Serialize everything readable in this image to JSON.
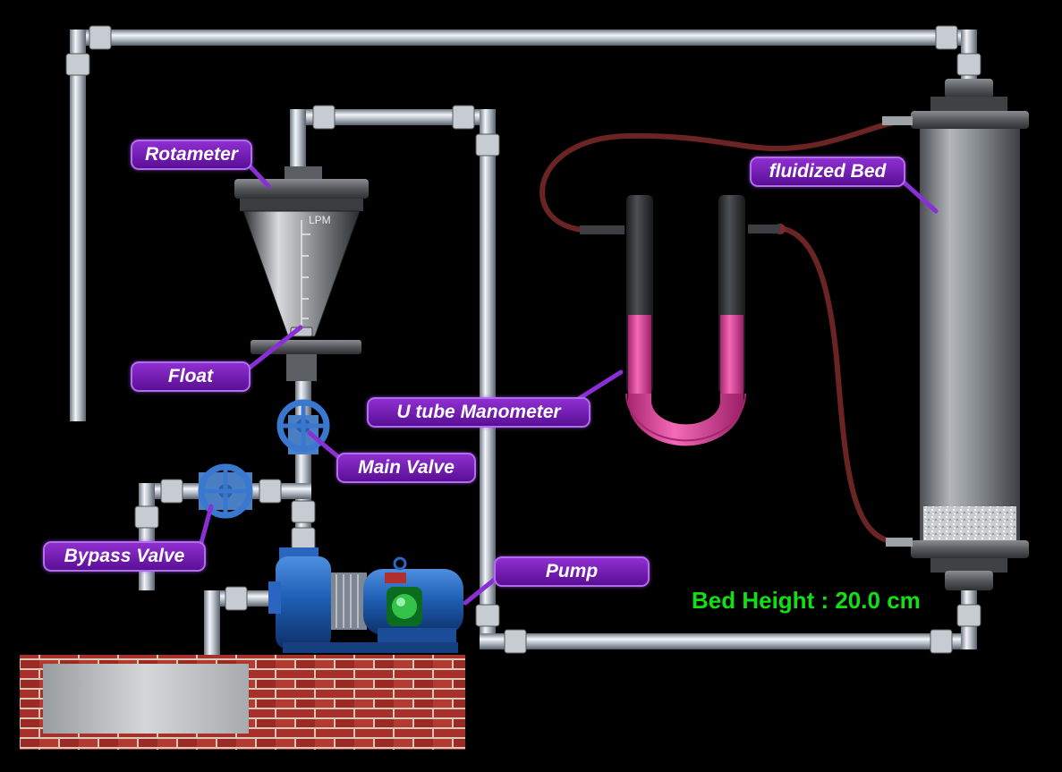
{
  "labels": {
    "rotameter": "Rotameter",
    "float": "Float",
    "main_valve": "Main Valve",
    "bypass_valve": "Bypass Valve",
    "pump": "Pump",
    "u_tube_manometer": "U tube Manometer",
    "fluidized_bed": "fluidized Bed"
  },
  "rotameter_unit": "LPM",
  "bed_height": {
    "label": "Bed Height :",
    "value": "20.0",
    "unit": "cm"
  },
  "colors": {
    "background": "#000000",
    "label_fill": "#7a1fbf",
    "label_border": "#b36cf0",
    "readout_text": "#12e012",
    "manometer_fluid": "#e23fa0",
    "pump_body": "#1f5fb5",
    "tubing": "#6b2424"
  },
  "icons": [
    "pipe",
    "rotameter-cone",
    "gate-valve-icon",
    "centrifugal-pump-icon",
    "u-tube-manometer",
    "fluidized-bed-column",
    "brick-water-tank"
  ]
}
